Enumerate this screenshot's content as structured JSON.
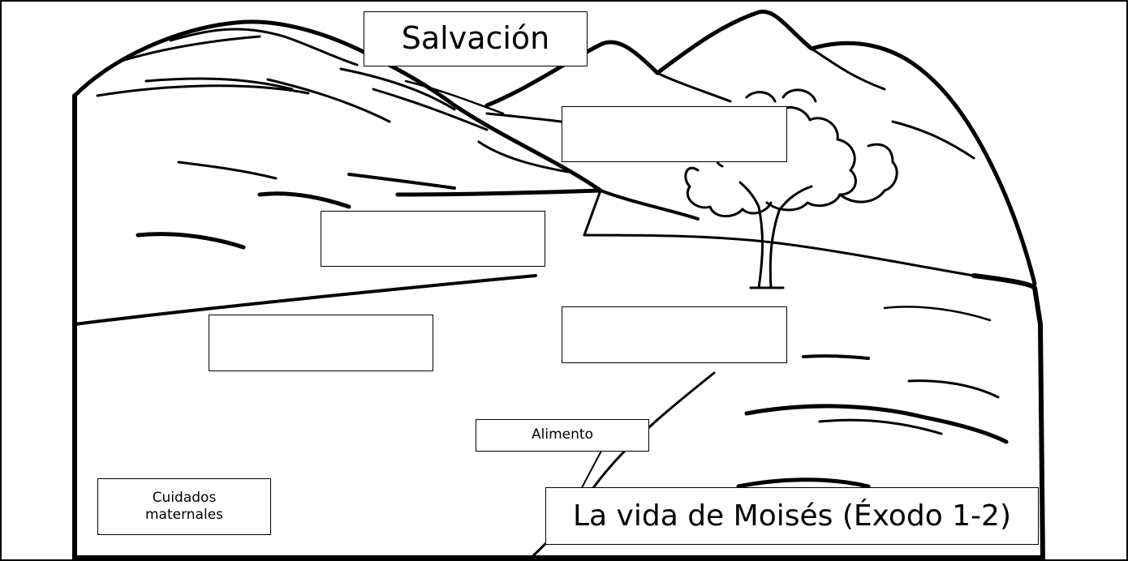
{
  "worksheet": {
    "title": "Salvación",
    "subtitle": "La vida de Moisés (Éxodo 1-2)",
    "labels": {
      "alimento": "Alimento",
      "cuidados": "Cuidados maternales"
    },
    "blank_boxes": [
      "",
      "",
      "",
      ""
    ]
  },
  "colors": {
    "ink": "#000000",
    "paper": "#ffffff"
  },
  "scene": {
    "elements": [
      "mountains",
      "river-path",
      "tree",
      "hills"
    ]
  }
}
